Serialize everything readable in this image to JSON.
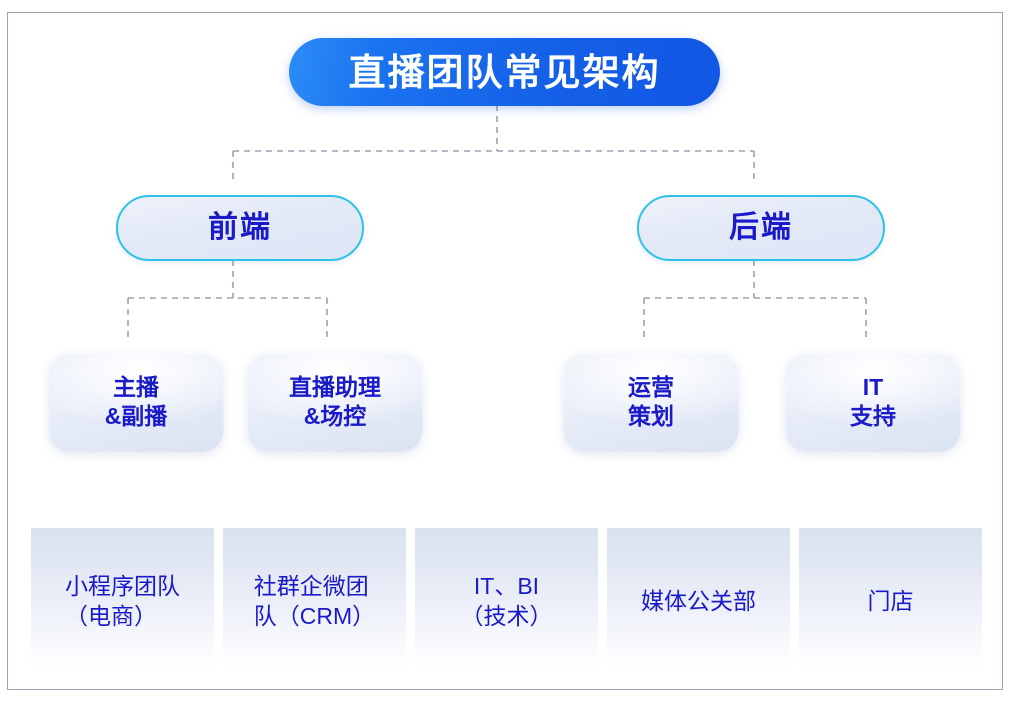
{
  "diagram": {
    "type": "org-chart",
    "title": "直播团队常见架构",
    "root": {
      "label": "直播团队常见架构"
    },
    "level2": [
      {
        "id": "front-end",
        "label": "前端"
      },
      {
        "id": "back-end",
        "label": "后端"
      }
    ],
    "level3": [
      {
        "id": "anchor",
        "parent": "front-end",
        "label": "主播\n&副播"
      },
      {
        "id": "assistant",
        "parent": "front-end",
        "label": "直播助理\n&场控"
      },
      {
        "id": "operations",
        "parent": "back-end",
        "label": "运营\n策划"
      },
      {
        "id": "it-support",
        "parent": "back-end",
        "label": "IT\n支持"
      }
    ],
    "support_row": [
      {
        "id": "miniprogram",
        "label": "小程序团队\n（电商）",
        "align": "left"
      },
      {
        "id": "community-crm",
        "label": "社群企微团\n队（CRM）",
        "align": "left"
      },
      {
        "id": "it-bi",
        "label": "IT、BI\n（技术）",
        "align": "center"
      },
      {
        "id": "media-pr",
        "label": "媒体公关部",
        "align": "center"
      },
      {
        "id": "stores",
        "label": "门店",
        "align": "center"
      }
    ],
    "colors": {
      "root_fill_start": "#2b8cf5",
      "root_fill_end": "#1157e4",
      "root_text": "#ffffff",
      "node_text": "#1a1ac8",
      "level2_border": "#2ec3e6",
      "level2_fill": "#e2e8f6",
      "level3_fill": "#e4ebf7",
      "support_fill_top": "#d9e1f0",
      "support_fill_bottom": "#ffffff",
      "connector": "#9aa3b2",
      "frame_border": "#9aa3b2",
      "background": "#ffffff"
    },
    "connector_style": "dashed"
  }
}
